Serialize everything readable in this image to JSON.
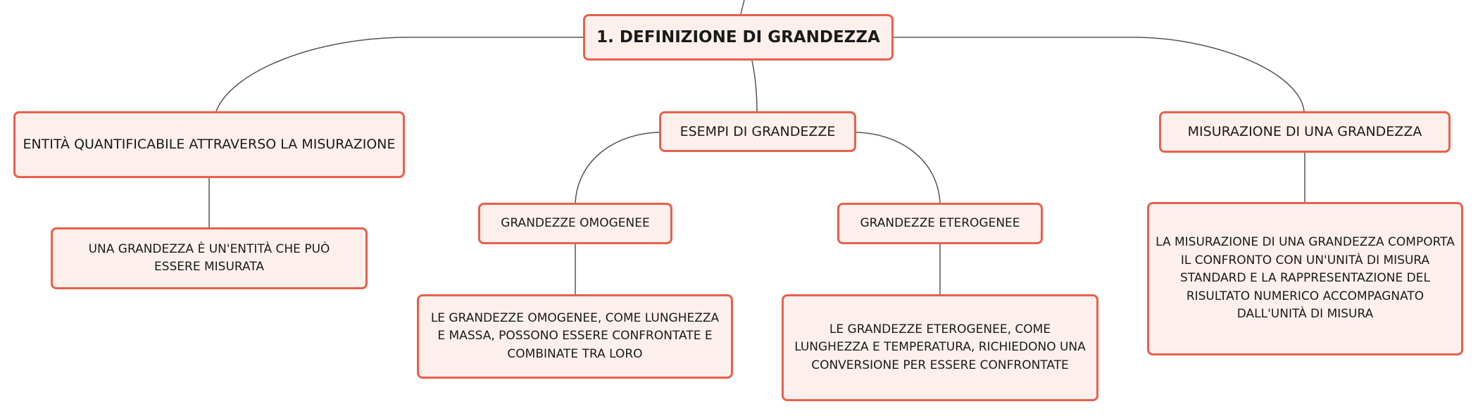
{
  "diagram": {
    "root": "1. DEFINIZIONE DI GRANDEZZA",
    "branches": [
      {
        "label": "ENTITÀ QUANTIFICABILE ATTRAVERSO LA MISURAZIONE",
        "child": "UNA GRANDEZZA È UN'ENTITÀ CHE PUÒ ESSERE MISURATA"
      },
      {
        "label": "ESEMPI DI GRANDEZZE",
        "children": [
          {
            "label": "GRANDEZZE OMOGENEE",
            "child": "LE GRANDEZZE OMOGENEE, COME LUNGHEZZA E MASSA, POSSONO ESSERE CONFRONTATE E COMBINATE TRA LORO"
          },
          {
            "label": "GRANDEZZE ETEROGENEE",
            "child": "LE GRANDEZZE ETEROGENEE, COME LUNGHEZZA E TEMPERATURA, RICHIEDONO UNA CONVERSIONE PER ESSERE CONFRONTATE"
          }
        ]
      },
      {
        "label": "MISURAZIONE DI UNA GRANDEZZA",
        "child": "LA MISURAZIONE DI UNA GRANDEZZA COMPORTA IL CONFRONTO CON UN'UNITÀ DI MISURA STANDARD E LA RAPPRESENTAZIONE DEL RISULTATO NUMERICO ACCOMPAGNATO DALL'UNITÀ DI MISURA"
      }
    ]
  },
  "colors": {
    "node_fill": "#fdf0ec",
    "node_border": "#e8604c",
    "connector": "#555555"
  }
}
